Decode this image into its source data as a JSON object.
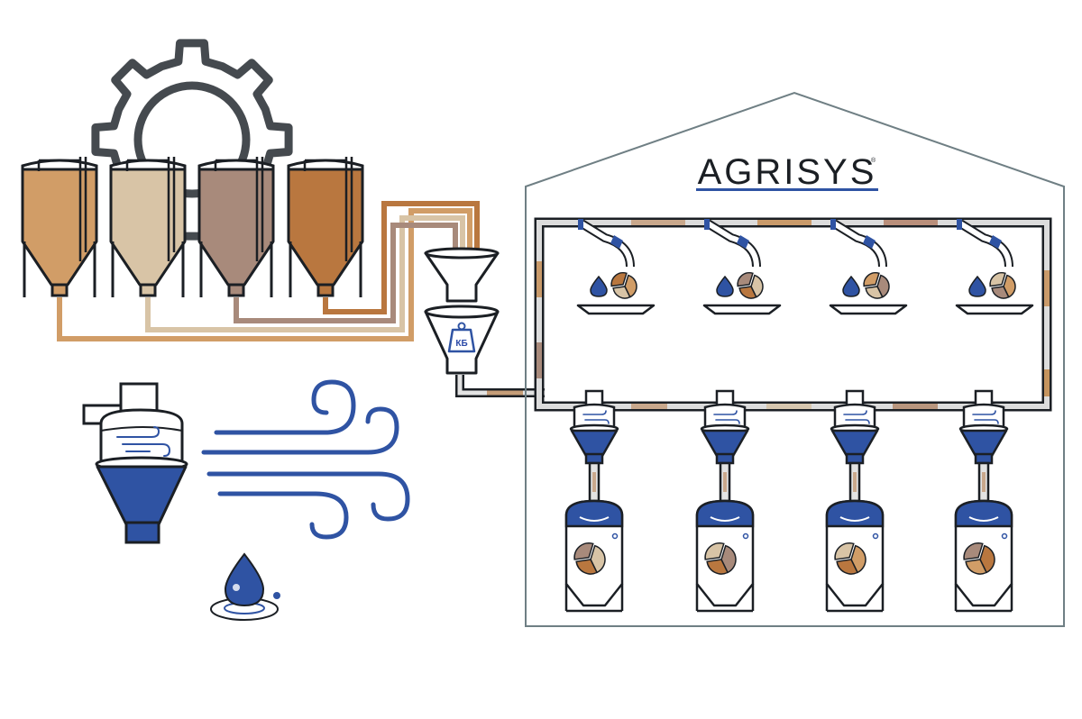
{
  "brand": {
    "name": "AGRISYS",
    "registered_mark": "®",
    "underline_color": "#2f53a3"
  },
  "scale_label": "КБ",
  "colors": {
    "outline": "#1b1f24",
    "blue": "#2f53a3",
    "light_blue": "#6f8fd4",
    "building": "#6f7f84",
    "pipe": "#d9d9d9",
    "silo_fills": [
      "#d19d67",
      "#d8c4a6",
      "#a88a7b",
      "#b9773f"
    ]
  },
  "icons": {
    "gear": "gear-icon",
    "silo": "silo-icon",
    "funnel": "funnel-icon",
    "scale": "weighing-hopper-icon",
    "cyclone": "cyclone-separator-icon",
    "wind": "wind-icon",
    "water": "water-drop-icon",
    "feeder": "feeder-dish-icon",
    "mixer": "mixer-unit-icon",
    "pie": "feed-mix-pie-icon"
  },
  "counts": {
    "silos": 4,
    "feed_stations": 4
  }
}
